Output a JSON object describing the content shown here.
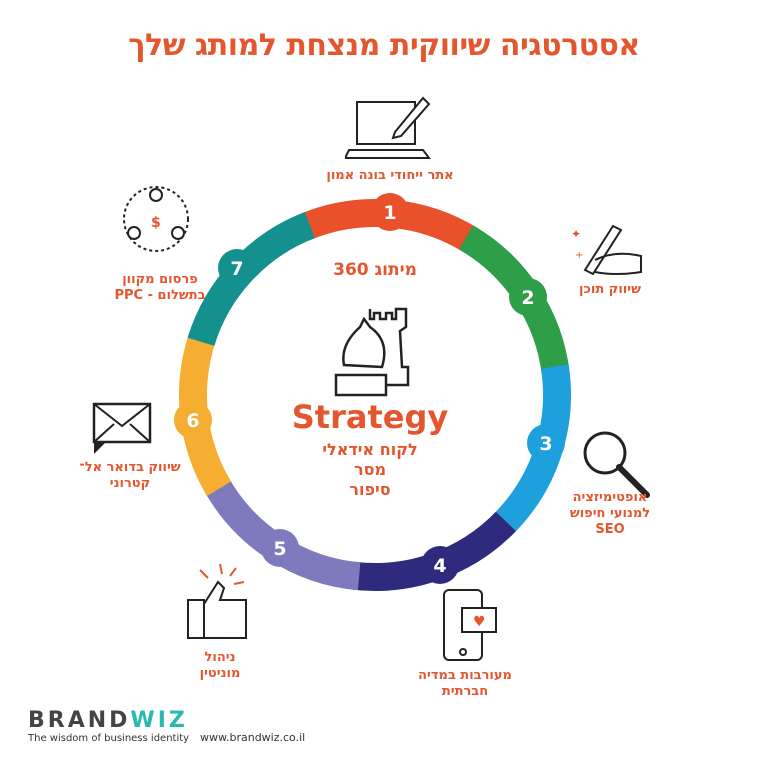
{
  "title": "אסטרטגיה שיווקית מנצחת למותג שלך",
  "center": {
    "heading": "מיתוג 360",
    "strategy": "Strategy",
    "lines": [
      "לקוח אידאלי",
      "מסר",
      "סיפור"
    ]
  },
  "steps": [
    {
      "number": "1",
      "label": "אתר ייחודי בונה אמון",
      "color": "#e8512a"
    },
    {
      "number": "2",
      "label": "שיווק תוכן",
      "color": "#2e9e48"
    },
    {
      "number": "3",
      "label_lines": [
        "אופטימיזציה",
        "למנועי חיפוש",
        "SEO"
      ],
      "color": "#1ea0dc"
    },
    {
      "number": "4",
      "label_lines": [
        "מעורבות במדיה",
        "חברתית"
      ],
      "color": "#2e2a7e"
    },
    {
      "number": "5",
      "label_lines": [
        "ניהול",
        "מוניטין"
      ],
      "color": "#7f79bd"
    },
    {
      "number": "6",
      "label_lines": [
        "שיווק בדואר אל־",
        "קטרוני"
      ],
      "color": "#f5ae31"
    },
    {
      "number": "7",
      "label_lines": [
        "פרסום מקוון",
        "בתשלום - PPC"
      ],
      "color": "#14918f"
    }
  ],
  "footer": {
    "logo_a": "BRAND",
    "logo_b": "WIZ",
    "tagline": "The wisdom of business identity",
    "url": "www.brandwiz.co.il"
  }
}
